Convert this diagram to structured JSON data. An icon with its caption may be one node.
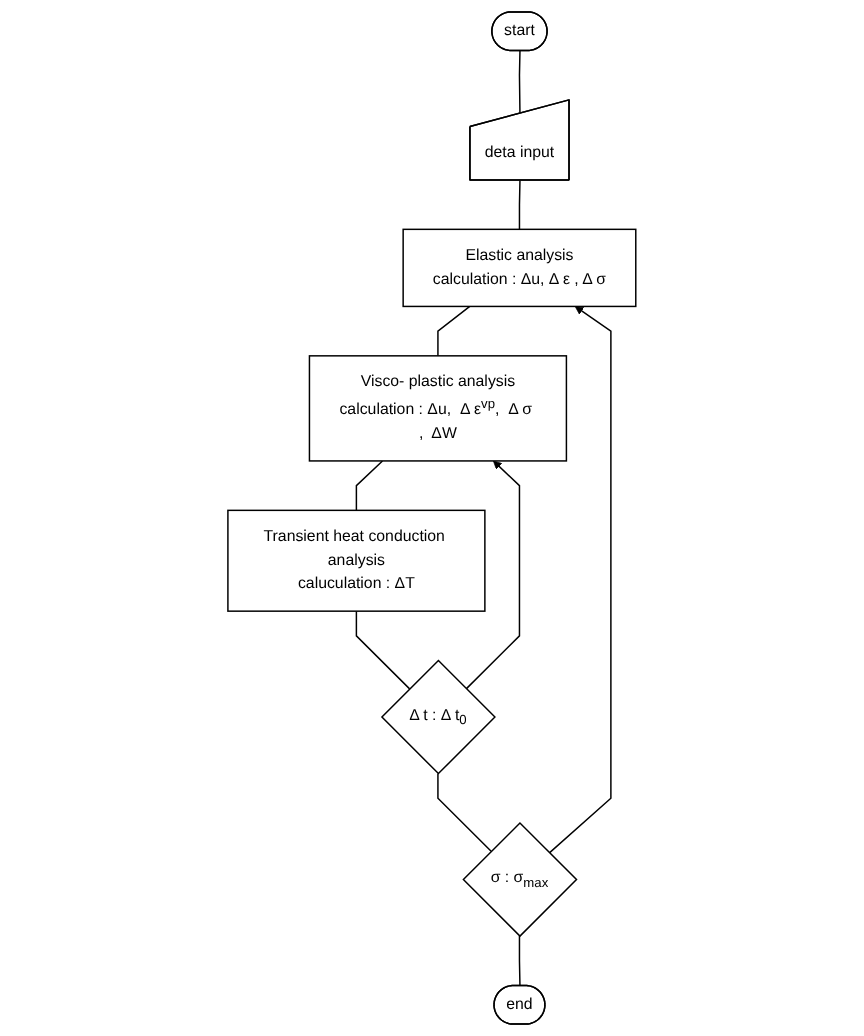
{
  "diagram": {
    "nodes": [
      {
        "text": [
          "start"
        ]
      },
      {
        "text": [
          "deta input"
        ]
      },
      {
        "text": [
          "Elastic analysis",
          "calculation : Δu,  Δ ε ,  Δ σ"
        ]
      },
      {
        "text": [
          "Visco- plastic analysis",
          "calculation : Δu,  Δ ε$^{vp}$,  Δ σ ,  ΔW"
        ]
      },
      {
        "text": [
          "Transient heat conduction analysis",
          "caluculation : ΔT"
        ]
      },
      {
        "text": [
          "Δ t  :  Δ t$_{0}$"
        ]
      },
      {
        "text": [
          "σ  :  σ$_{max}$"
        ]
      },
      {
        "text": [
          "end"
        ]
      }
    ],
    "edges": [
      {
        "from": 0,
        "to": 1,
        "arrow": "none"
      },
      {
        "from": 1,
        "to": 2,
        "arrow": "none"
      },
      {
        "from": 2,
        "to": 3,
        "arrow": "none"
      },
      {
        "from": 3,
        "to": 4,
        "arrow": "none"
      },
      {
        "from": 4,
        "to": 5,
        "arrow": "none"
      },
      {
        "from": 5,
        "to": 3,
        "arrow": "to"
      },
      {
        "from": 5,
        "to": 6,
        "arrow": "none"
      },
      {
        "from": 6,
        "to": 2,
        "arrow": "to"
      },
      {
        "from": 6,
        "to": 7,
        "arrow": "none"
      }
    ]
  }
}
